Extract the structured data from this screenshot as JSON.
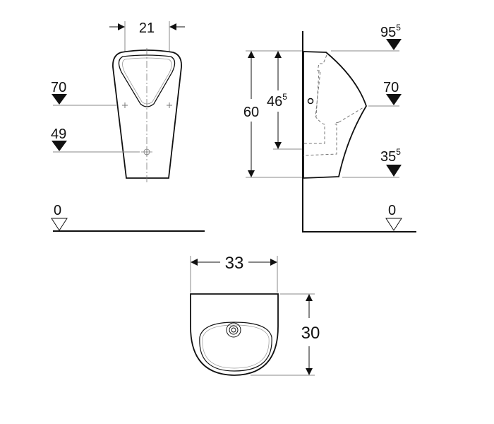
{
  "front_view": {
    "width_dim": "21",
    "level_upper": "70",
    "level_lower": "49",
    "level_floor": "0"
  },
  "side_view": {
    "level_top": "95",
    "level_top_sup": "5",
    "level_mid": "70",
    "level_bottom": "35",
    "level_bottom_sup": "5",
    "level_floor": "0",
    "height_dim": "60",
    "outlet_dim": "46",
    "outlet_dim_sup": "5"
  },
  "plan_view": {
    "width_dim": "33",
    "depth_dim": "30"
  }
}
